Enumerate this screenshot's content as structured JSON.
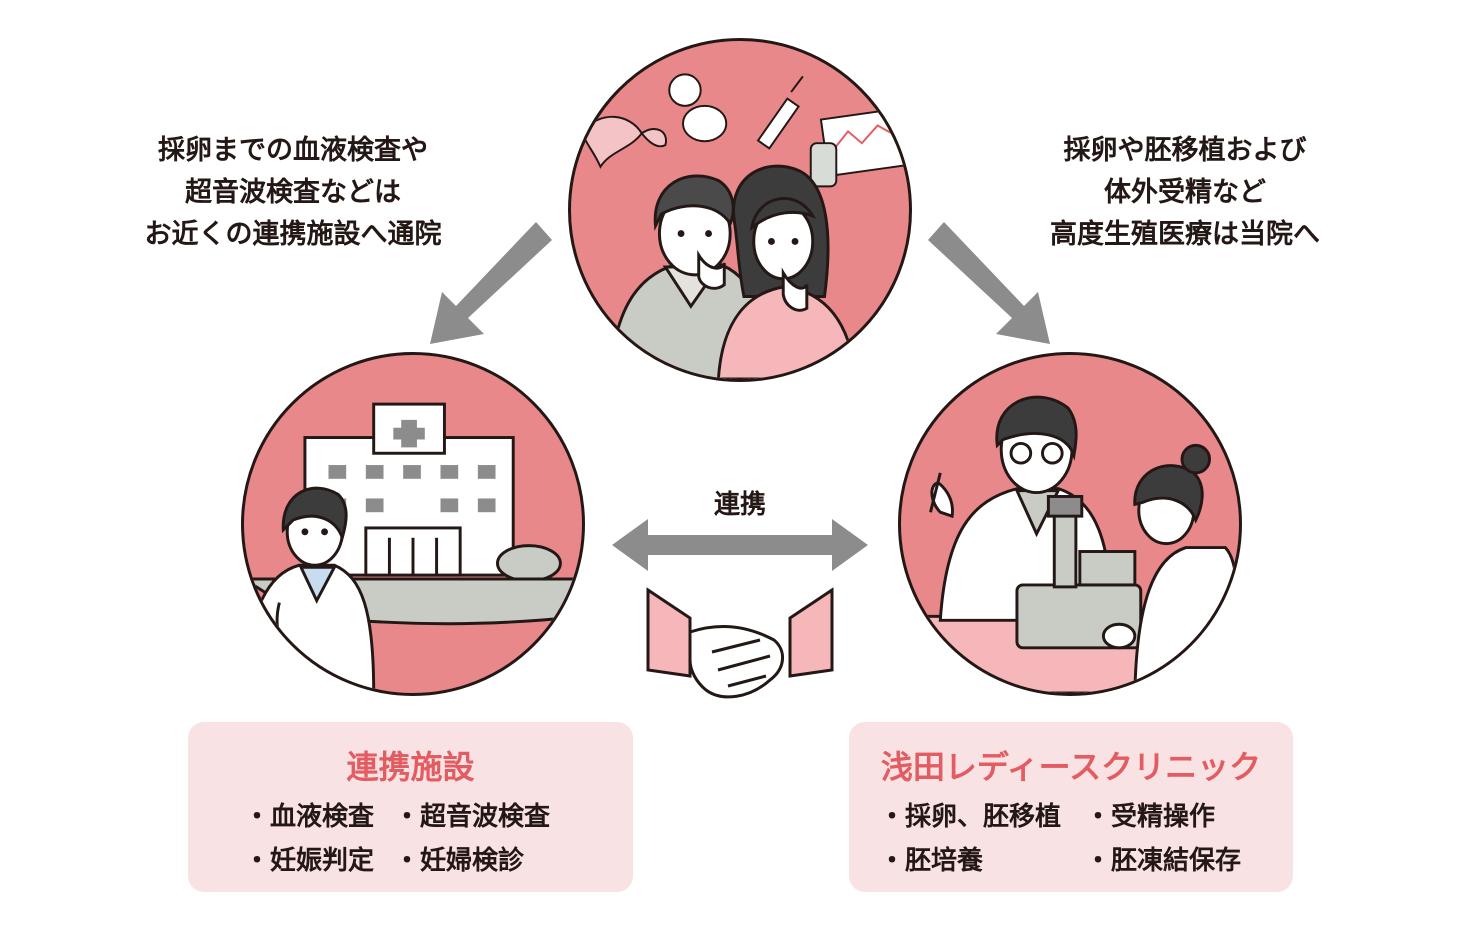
{
  "left_caption": {
    "lines": [
      "採卵までの血液検査や",
      "超音波検査などは",
      "お近くの連携施設へ通院"
    ]
  },
  "right_caption": {
    "lines": [
      "採卵や胚移植および",
      "体外受精など",
      "高度生殖医療は当院へ"
    ]
  },
  "link_label": "連携",
  "partner_box": {
    "title": "連携施設",
    "items": [
      "・血液検査",
      "・超音波検査",
      "・妊娠判定",
      "・妊婦検診"
    ]
  },
  "clinic_box": {
    "title": "浅田レディースクリニック",
    "items": [
      "・採卵、胚移植",
      "・受精操作",
      "・胚培養",
      "・胚凍結保存"
    ]
  },
  "colors": {
    "circle_fill": "#e8888a",
    "box_fill": "#f9e2e4",
    "title_accent": "#e25c61",
    "arrow_gray": "#8c8c8c",
    "text": "#231815"
  },
  "icons": [
    "couple-illustration",
    "hospital-building-illustration",
    "doctors-microscope-illustration",
    "handshake-icon",
    "double-arrow-icon"
  ]
}
